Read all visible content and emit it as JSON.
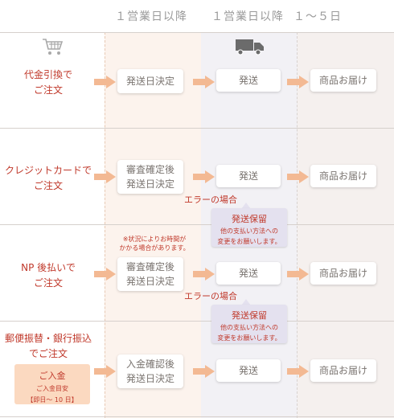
{
  "columns": [
    {
      "label": "１営業日以降"
    },
    {
      "label": "１営業日以降"
    },
    {
      "label": "１〜５日"
    }
  ],
  "icons": {
    "cart": "shopping-cart-icon",
    "truck": "delivery-truck-icon"
  },
  "rows": [
    {
      "label_line1": "代金引換で",
      "label_line2": "ご注文",
      "step1_line1": "発送日決定",
      "step1_line2": "",
      "step2": "発送",
      "step3": "商品お届け"
    },
    {
      "label_line1": "クレジットカードで",
      "label_line2": "ご注文",
      "step1_line1": "審査確定後",
      "step1_line2": "発送日決定",
      "step2": "発送",
      "step3": "商品お届け",
      "error": "エラーの場合",
      "hold_title": "発送保留",
      "hold_line1": "他の支払い方法への",
      "hold_line2": "変更をお願いします。"
    },
    {
      "label_line1": "NP 後払いで",
      "label_line2": "ご注文",
      "note_line1": "※状況によりお時間が",
      "note_line2": "かかる場合があります。",
      "step1_line1": "審査確定後",
      "step1_line2": "発送日決定",
      "step2": "発送",
      "step3": "商品お届け",
      "error": "エラーの場合",
      "hold_title": "発送保留",
      "hold_line1": "他の支払い方法への",
      "hold_line2": "変更をお願いします。"
    },
    {
      "label_line1": "郵便振替・銀行振込",
      "label_line2": "でご注文",
      "deposit_title": "ご入金",
      "deposit_line1": "ご入金目安",
      "deposit_line2": "【即日〜 10 日】",
      "step1_line1": "入金確認後",
      "step1_line2": "発送日決定",
      "step2": "発送",
      "step3": "商品お届け"
    }
  ],
  "colors": {
    "accent_red": "#c0392b",
    "arrow": "#f3b993",
    "deposit_bg": "#fbd9c0",
    "hold_bg": "#e4e1ef"
  }
}
